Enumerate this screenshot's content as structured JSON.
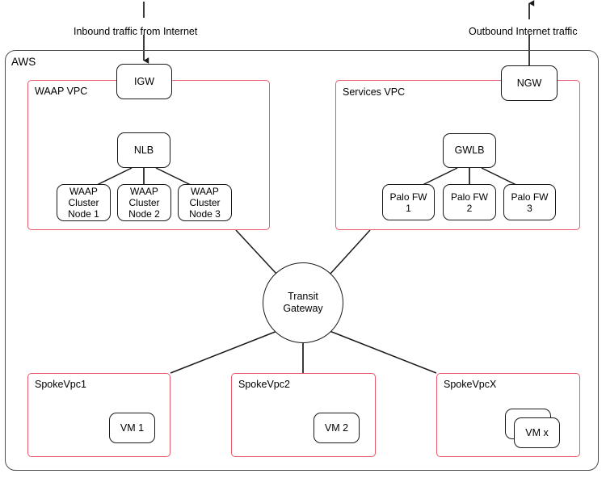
{
  "diagram": {
    "title": "AWS WAAP and Palo Alto firewall architecture with Transit Gateway",
    "colors": {
      "vpc_border": "#e9596b",
      "node_border": "#1a1a1a",
      "container_border": "#4d4d4d",
      "line": "#1a1a1a",
      "background": "#ffffff"
    }
  },
  "captions": {
    "inbound": "Inbound traffic from Internet",
    "outbound": "Outbound Internet traffic"
  },
  "cloud": {
    "label": "AWS"
  },
  "vpcs": [
    {
      "id": "waap",
      "label": "WAAP VPC"
    },
    {
      "id": "services",
      "label": "Services VPC"
    },
    {
      "id": "spoke1",
      "label": "SpokeVpc1"
    },
    {
      "id": "spoke2",
      "label": "SpokeVpc2"
    },
    {
      "id": "spokex",
      "label": "SpokeVpcX"
    }
  ],
  "gateways": {
    "igw": "IGW",
    "ngw": "NGW",
    "tgw": "Transit\nGateway"
  },
  "waap_vpc": {
    "load_balancer": "NLB",
    "nodes": [
      "WAAP\nCluster\nNode 1",
      "WAAP\nCluster\nNode 2",
      "WAAP\nCluster\nNode 3"
    ]
  },
  "services_vpc": {
    "load_balancer": "GWLB",
    "firewalls": [
      "Palo FW\n1",
      "Palo FW\n2",
      "Palo FW\n3"
    ]
  },
  "spoke_vms": {
    "spoke1": "VM 1",
    "spoke2": "VM 2",
    "spokex": "VM x"
  }
}
